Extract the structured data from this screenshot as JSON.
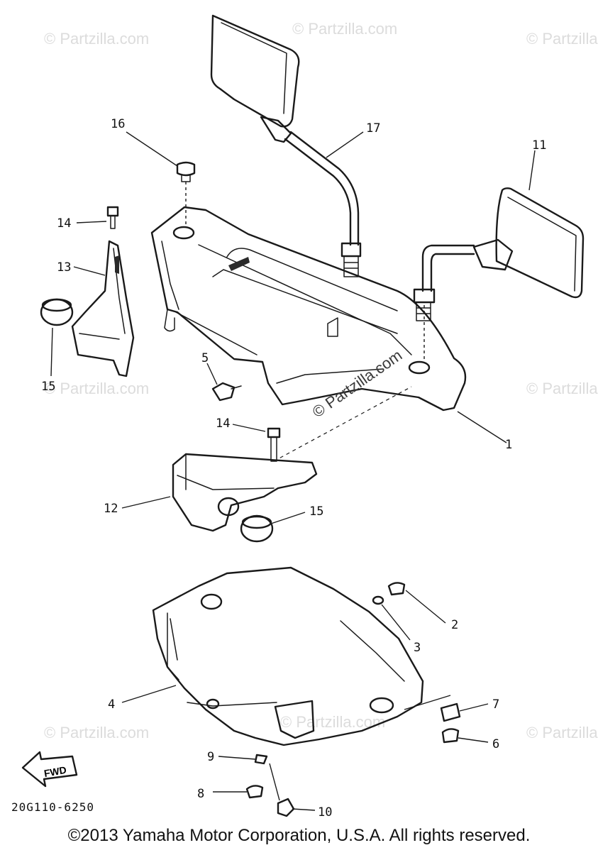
{
  "diagram": {
    "callouts": {
      "c1": "1",
      "c2": "2",
      "c3": "3",
      "c4": "4",
      "c5": "5",
      "c6": "6",
      "c7": "7",
      "c8": "8",
      "c9": "9",
      "c10": "10",
      "c11": "11",
      "c12": "12",
      "c13": "13",
      "c14a": "14",
      "c14b": "14",
      "c15a": "15",
      "c15b": "15",
      "c16": "16",
      "c17": "17"
    },
    "fwd_label": "FWD",
    "drawing_code": "20G110-6250",
    "watermark": {
      "text": "© Partzilla.com",
      "center_text": "© Partzilla.com"
    }
  },
  "footer": {
    "copyright": "©2013 Yamaha Motor Corporation, U.S.A. All rights reserved."
  }
}
